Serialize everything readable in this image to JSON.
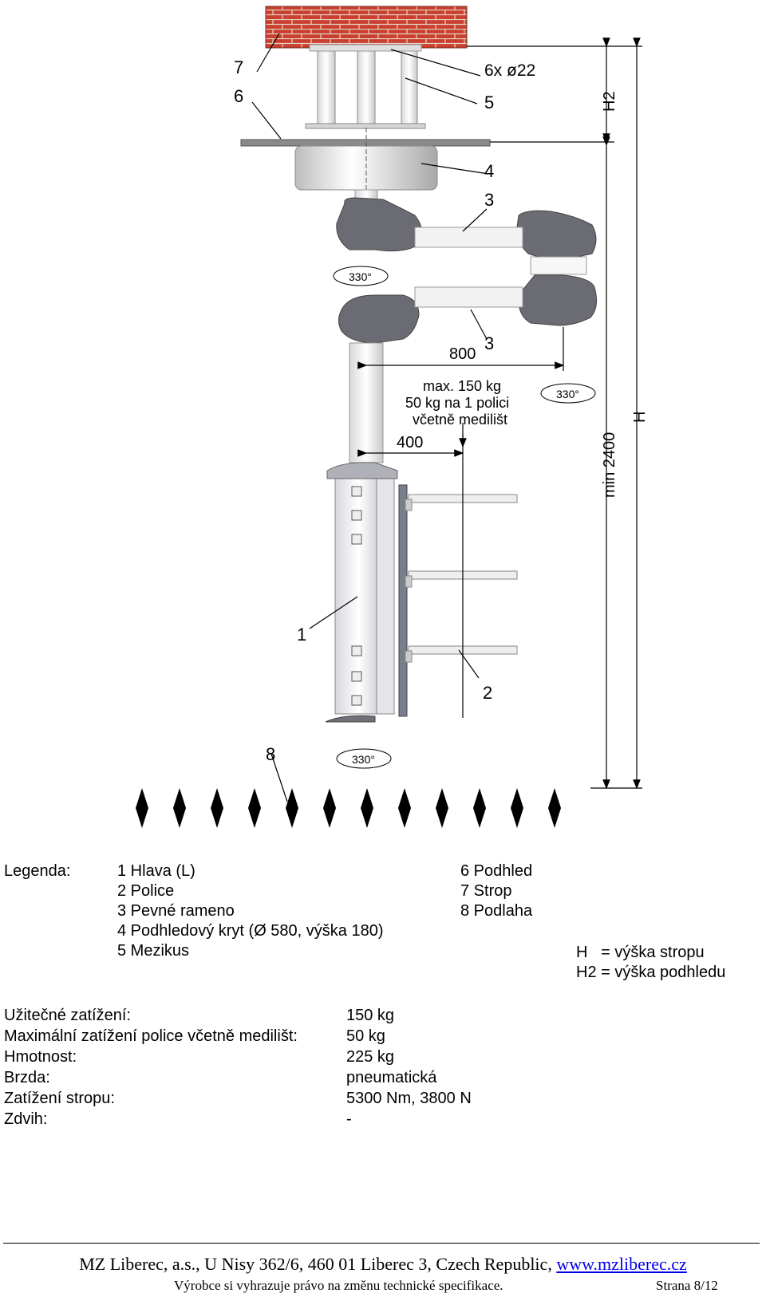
{
  "drawing": {
    "callouts": [
      "7",
      "6",
      "6x ø22",
      "5",
      "4",
      "3",
      "3",
      "1",
      "2",
      "8"
    ],
    "rotation_label": "330°",
    "dim_800": "800",
    "dim_400": "400",
    "load_note": [
      "max. 150 kg",
      "50 kg na 1 polici",
      "včetně medilišt"
    ],
    "dim_H2": "H2",
    "dim_H": "H",
    "dim_min": "min 2400"
  },
  "legend": {
    "heading": "Legenda:",
    "items_left": [
      "1 Hlava (L)",
      "2 Police",
      "3 Pevné rameno",
      "4 Podhledový kryt (Ø 580, výška 180)",
      "5 Mezikus"
    ],
    "items_right": [
      "6 Podhled",
      "7 Strop",
      "8 Podlaha"
    ],
    "defs": [
      "H   = výška stropu",
      "H2 = výška podhledu"
    ]
  },
  "specs": [
    {
      "label": "Užitečné zatížení:",
      "value": "150 kg"
    },
    {
      "label": "Maximální zatížení police včetně medilišt:",
      "value": "50 kg"
    },
    {
      "label": "Hmotnost:",
      "value": "225 kg"
    },
    {
      "label": "Brzda:",
      "value": "pneumatická"
    },
    {
      "label": "Zatížení stropu:",
      "value": "5300 Nm, 3800 N"
    },
    {
      "label": "Zdvih:",
      "value": "-"
    }
  ],
  "footer": {
    "company": "MZ Liberec, a.s., U Nisy 362/6, 460 01 Liberec 3, Czech Republic, ",
    "link": "www.mzliberec.cz",
    "notice": "Výrobce si vyhrazuje právo na změnu technické specifikace.",
    "page": "Strana 8/12"
  }
}
